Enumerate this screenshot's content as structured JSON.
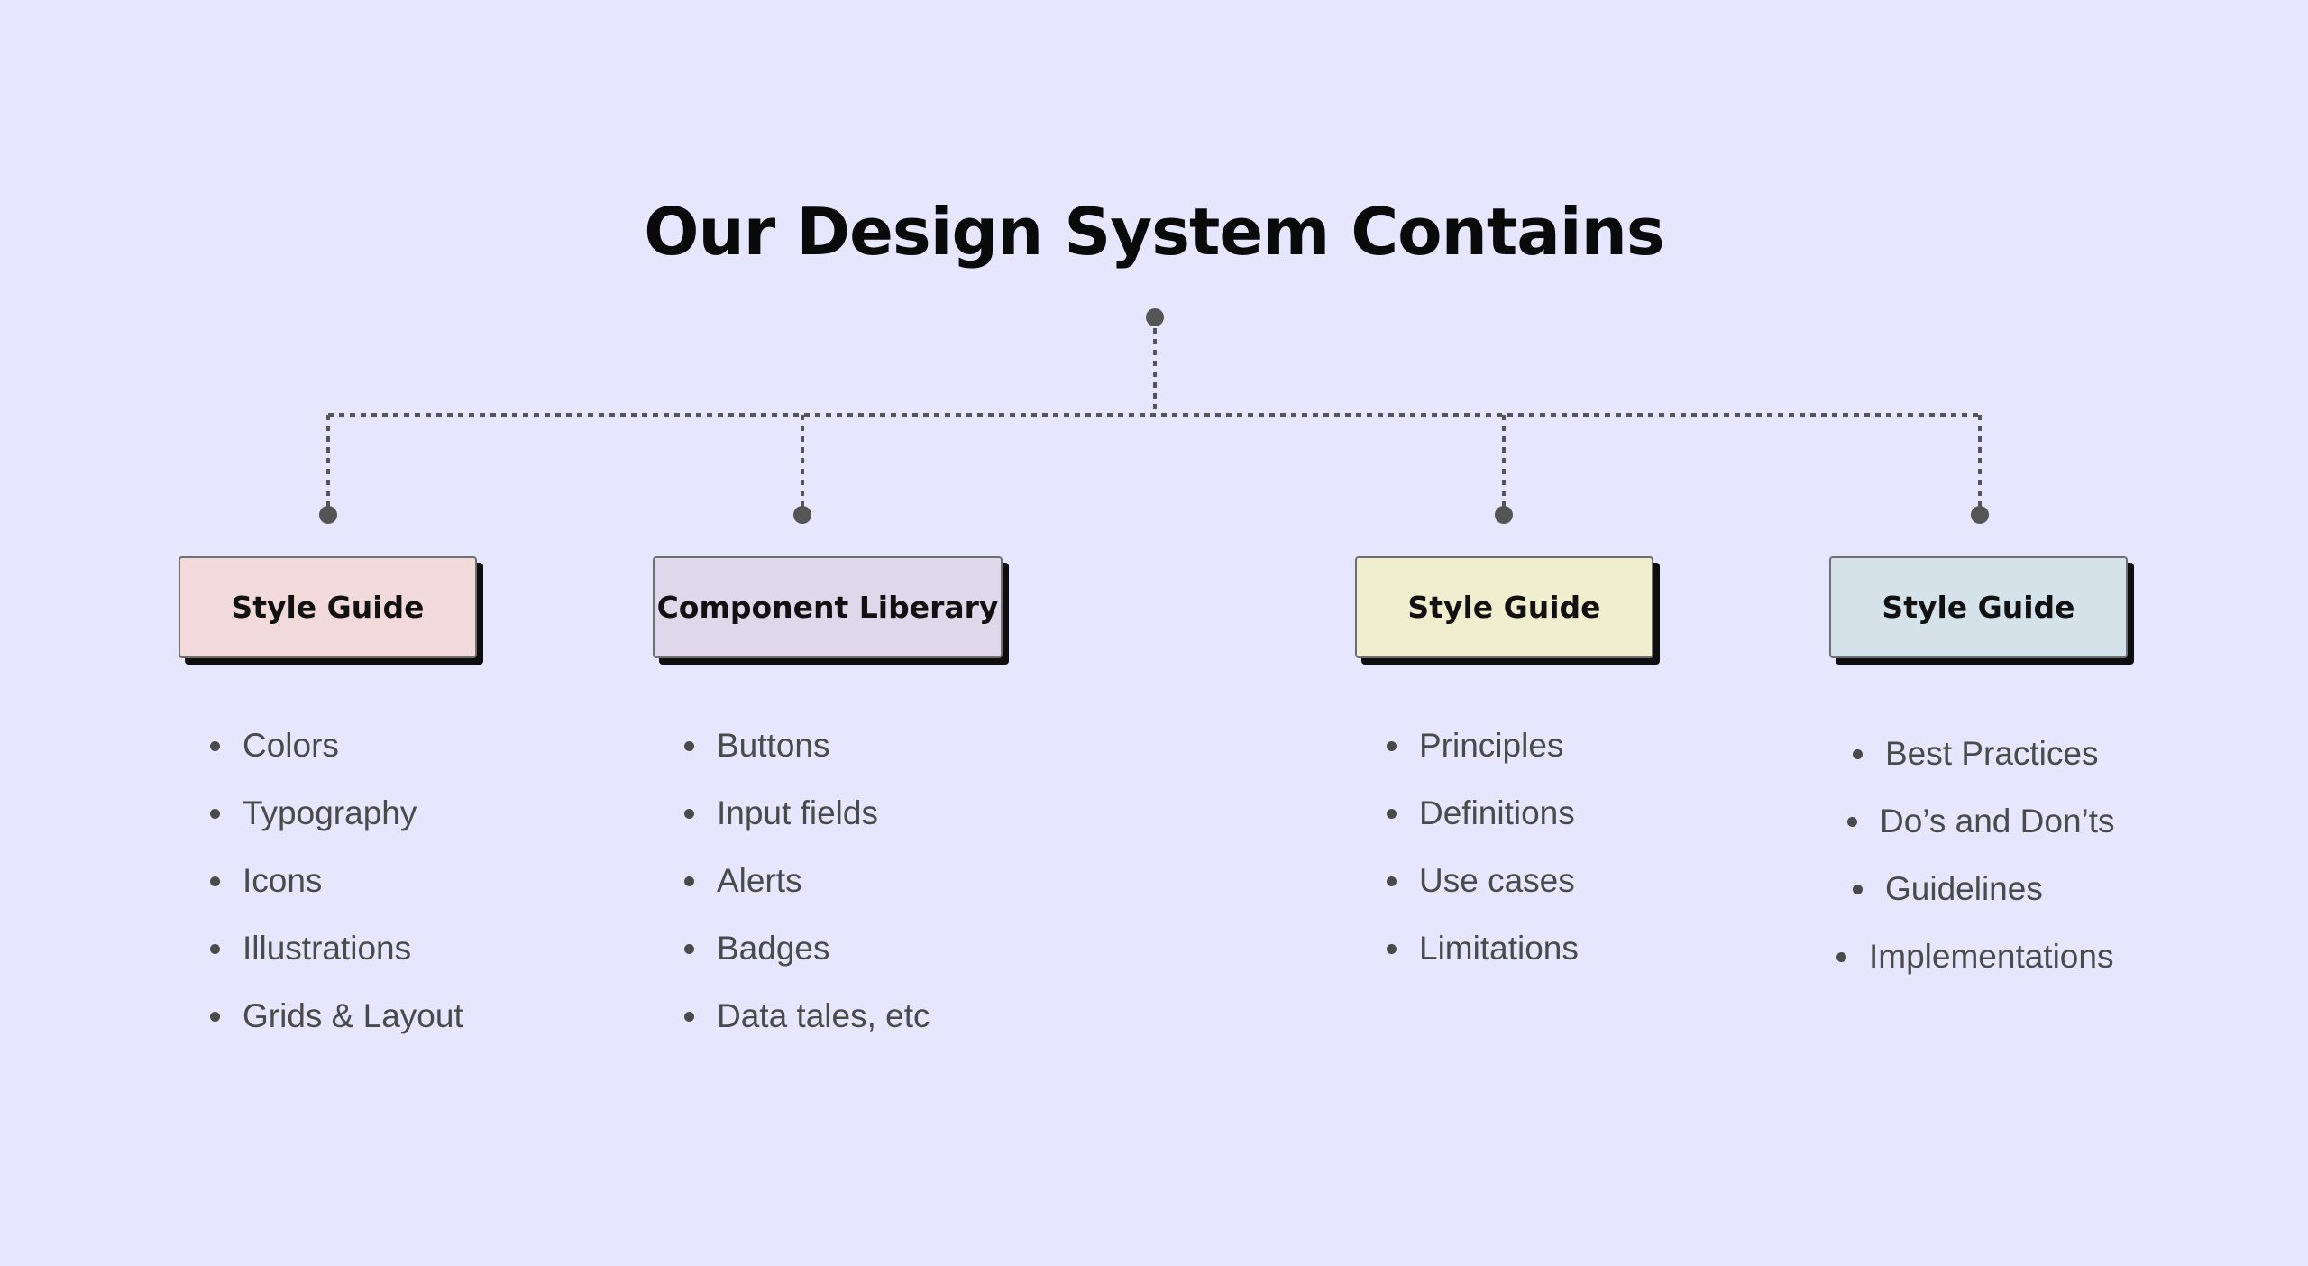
{
  "title": "Our Design System Contains",
  "colors": {
    "background": "#e6e6fe",
    "connector": "#555555",
    "card_1": "#f3dada",
    "card_2": "#ddd8ea",
    "card_3": "#efefd0",
    "card_4": "#d5e2ea"
  },
  "columns": [
    {
      "heading": "Style Guide",
      "items": [
        "Colors",
        "Typography",
        "Icons",
        "Illustrations",
        "Grids & Layout"
      ]
    },
    {
      "heading": "Component Liberary",
      "items": [
        "Buttons",
        "Input fields",
        "Alerts",
        "Badges",
        "Data tales, etc"
      ]
    },
    {
      "heading": "Style Guide",
      "items": [
        "Principles",
        "Definitions",
        "Use cases",
        "Limitations"
      ]
    },
    {
      "heading": "Style Guide",
      "items": [
        "Best Practices",
        "Do’s and Don’ts",
        "Guidelines",
        "Implementations"
      ]
    }
  ]
}
